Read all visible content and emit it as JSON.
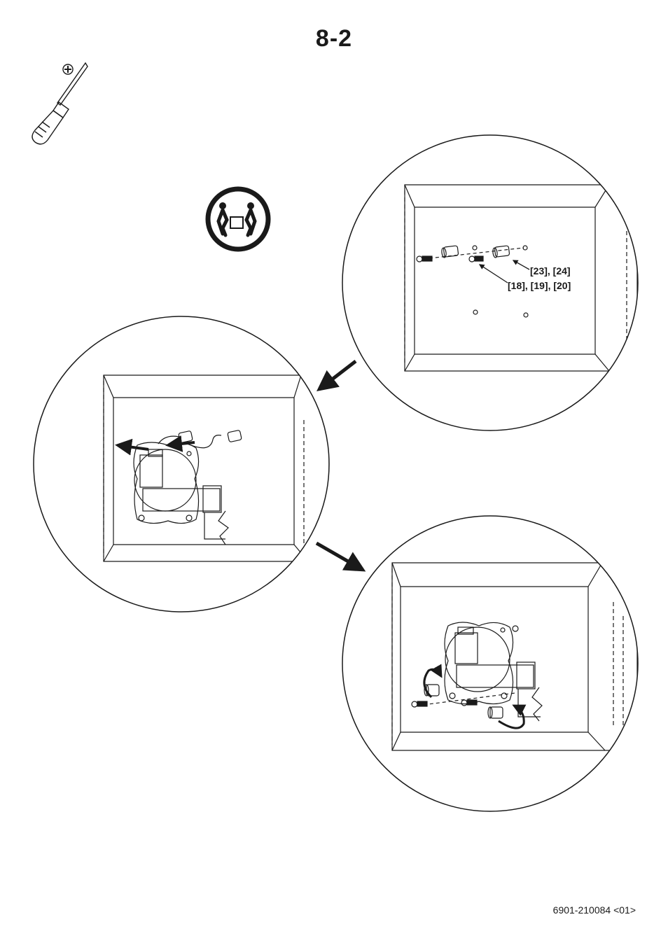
{
  "page": {
    "step_number": "8-2",
    "document_code": "6901-210084 <01>"
  },
  "tools": {
    "tool_icon": "phillips-screwdriver-icon",
    "warning_icon": "two-person-lift-icon"
  },
  "details": {
    "top": {
      "callout_spacers": "[23], [24]",
      "callout_screws": "[18], [19], [20]"
    }
  },
  "colors": {
    "line": "#1a1a1a",
    "background": "#ffffff"
  }
}
